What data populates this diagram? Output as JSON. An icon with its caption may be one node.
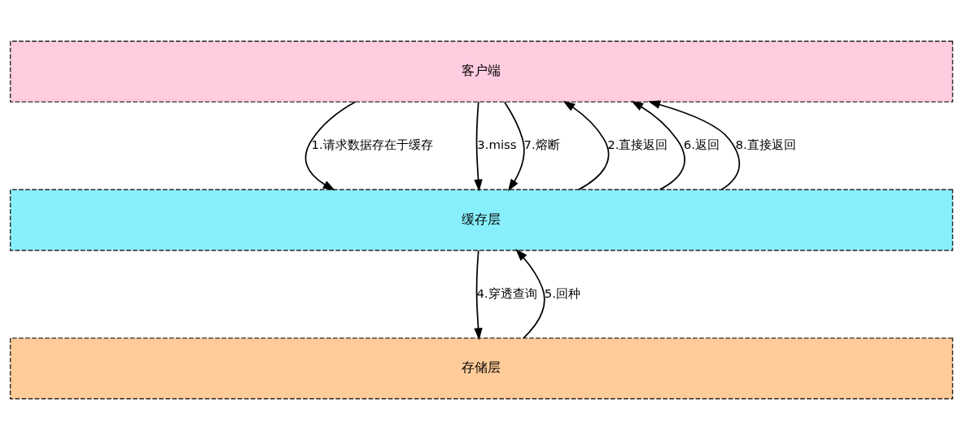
{
  "diagram": {
    "nodes": [
      {
        "text": [
          "客户端"
        ]
      },
      {
        "text": [
          "缓存层"
        ]
      },
      {
        "text": [
          "存储层"
        ]
      }
    ],
    "edges": [
      {
        "from": 0,
        "to": 1,
        "arrow": "to",
        "label": "1.请求数据存在于缓存"
      },
      {
        "from": 1,
        "to": 0,
        "arrow": "to",
        "label": "2.直接返回"
      },
      {
        "from": 0,
        "to": 1,
        "arrow": "to",
        "label": "3.miss"
      },
      {
        "from": 1,
        "to": 2,
        "arrow": "to",
        "label": "4.穿透查询"
      },
      {
        "from": 2,
        "to": 1,
        "arrow": "to",
        "label": "5.回种"
      },
      {
        "from": 1,
        "to": 0,
        "arrow": "to",
        "label": "6.返回"
      },
      {
        "from": 0,
        "to": 1,
        "arrow": "to",
        "label": "7.熔断"
      },
      {
        "from": 1,
        "to": 0,
        "arrow": "to",
        "label": "8.直接返回"
      }
    ]
  }
}
